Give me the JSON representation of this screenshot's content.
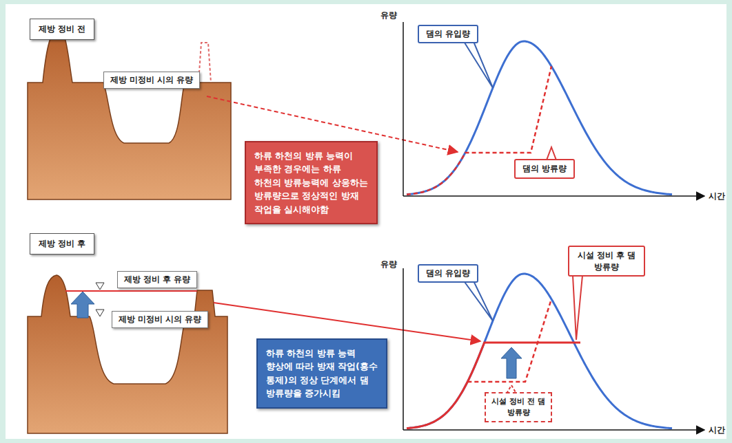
{
  "diagram": {
    "nodes": [
      {
        "text": [
          "제방 정비 전"
        ]
      },
      {
        "text": [
          "제방 미정비 시의 유량"
        ]
      },
      {
        "text": [
          "댐의 유입량"
        ]
      },
      {
        "text": [
          "하류 하천의 방류 능력이 부족한 경우에는 하류 하천의 방류능력에 상응하는 방류량으로 정상적인 방재 작업을 실시해야함"
        ]
      },
      {
        "text": [
          "댐의 방류량"
        ]
      },
      {
        "text": [
          "제방 정비 후"
        ]
      },
      {
        "text": [
          "제방 정비 후 유량"
        ]
      },
      {
        "text": [
          "제방 미정비 시의 유량"
        ]
      },
      {
        "text": [
          "댐의 유입량"
        ]
      },
      {
        "text": [
          "시설 정비 후 댐 방류량"
        ]
      },
      {
        "text": [
          "하류 하천의 방류 능력 향상에 따라 방재 작업(홍수 통제)의 정상 단계에서 댐 방류량을 증가시킴"
        ]
      },
      {
        "text": [
          "시설 정비 전 댐 방류량"
        ]
      }
    ],
    "labels": [
      "유량",
      "시간",
      "유량",
      "시간"
    ]
  }
}
